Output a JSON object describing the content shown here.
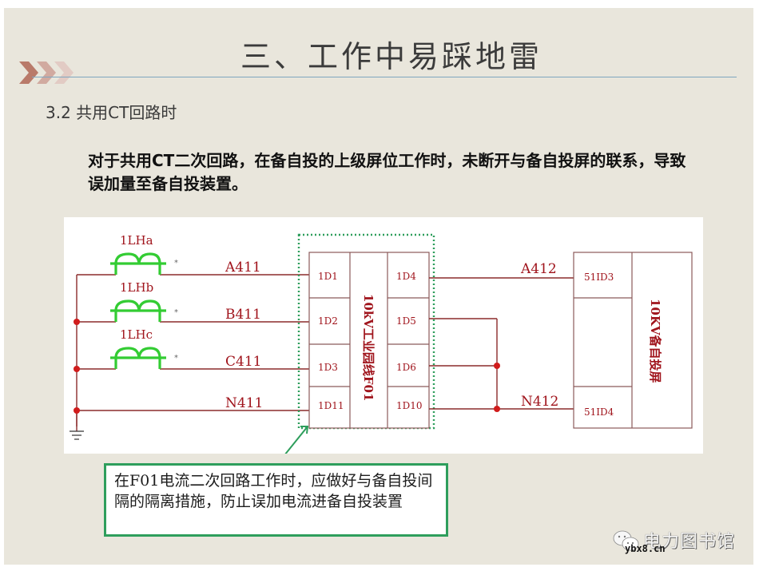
{
  "slide": {
    "title": "三、工作中易踩地雷",
    "subtitle": "3.2  共用CT回路时",
    "description": "对于共用CT二次回路，在备自投的上级屏位工作时，未断开与备自投屏的联系，导致误加量至备自投装置。",
    "colors": {
      "background": "#e9e6dc",
      "title_rule": "#7fa6bf",
      "wire": "#8b2b2b",
      "label": "#a0141c",
      "ct_coil": "#33cc33",
      "dotted_box": "#2e9e5c",
      "callout_border": "#2e9e5c"
    }
  },
  "diagram": {
    "ct_coils": [
      {
        "label": "1LHa",
        "mark": "*"
      },
      {
        "label": "1LHb",
        "mark": "*"
      },
      {
        "label": "1LHc",
        "mark": "*"
      }
    ],
    "left_wires": [
      "A411",
      "B411",
      "C411",
      "N411"
    ],
    "panel_f01": {
      "name": "10kV工业园线F01",
      "left_terminals": [
        "1D1",
        "1D2",
        "1D3",
        "1D11"
      ],
      "right_terminals": [
        "1D4",
        "1D5",
        "1D6",
        "1D10"
      ]
    },
    "right_wires": [
      "A412",
      "N412"
    ],
    "panel_bzt": {
      "name": "10KV备自投屏",
      "terminals": [
        "51ID3",
        "51ID4"
      ]
    }
  },
  "callout": {
    "text": "在F01电流二次回路工作时，应做好与备自投间隔的隔离措施，防止误加电流进备自投装置"
  },
  "watermark": {
    "name": "电力图书馆",
    "url": "ybx8.cn"
  }
}
